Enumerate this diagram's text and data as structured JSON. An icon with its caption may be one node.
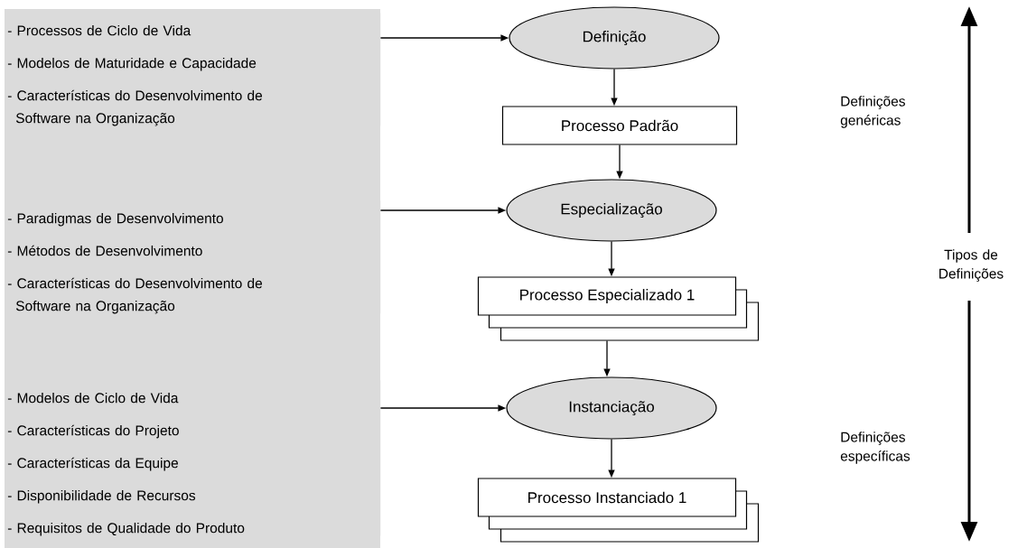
{
  "diagram": {
    "nodes": [
      {
        "text": [
          "- Processos de Ciclo de Vida",
          "- Modelos de Maturidade e Capacidade",
          "- Características do Desenvolvimento de Software na Organização"
        ]
      },
      {
        "text": [
          "- Paradigmas de Desenvolvimento",
          "- Métodos de Desenvolvimento",
          "- Características do Desenvolvimento de Software na Organização"
        ]
      },
      {
        "text": [
          "- Modelos de Ciclo de Vida",
          "- Características do Projeto",
          "- Características da Equipe",
          "- Disponibilidade de Recursos",
          "- Requisitos de Qualidade do Produto"
        ]
      },
      {
        "text": [
          "Definição"
        ]
      },
      {
        "text": [
          "Processo Padrão"
        ]
      },
      {
        "text": [
          "Especialização"
        ]
      },
      {
        "text": [
          "Processo Especializado 1"
        ]
      },
      {
        "text": [
          "Instanciação"
        ]
      },
      {
        "text": [
          "Processo Instanciado 1"
        ]
      }
    ],
    "edges": [
      {
        "from": 0,
        "to": 3,
        "arrow": "to"
      },
      {
        "from": 3,
        "to": 4,
        "arrow": "to"
      },
      {
        "from": 4,
        "to": 5,
        "arrow": "to"
      },
      {
        "from": 1,
        "to": 5,
        "arrow": "to"
      },
      {
        "from": 5,
        "to": 6,
        "arrow": "to"
      },
      {
        "from": 6,
        "to": 7,
        "arrow": "to"
      },
      {
        "from": 2,
        "to": 7,
        "arrow": "to"
      },
      {
        "from": 7,
        "to": 8,
        "arrow": "to"
      }
    ],
    "labels": [
      "Definições genéricas",
      "Tipos de Definições",
      "Definições específicas"
    ]
  }
}
